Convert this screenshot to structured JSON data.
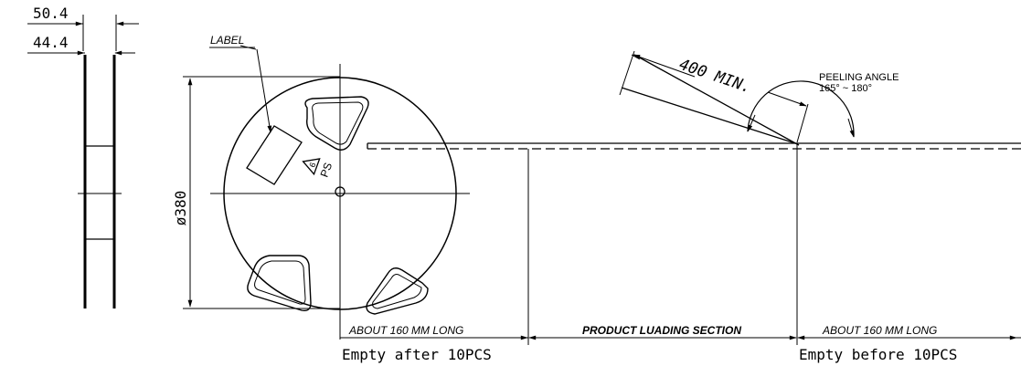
{
  "side_view": {
    "dim_outer": "50.4",
    "dim_inner": "44.4"
  },
  "reel": {
    "label_text": "LABEL",
    "diameter": "ø380",
    "recycle_mark": "6",
    "recycle_material": "PS"
  },
  "peeling": {
    "length_label": "400 MIN.",
    "angle_title": "PEELING ANGLE",
    "angle_range": "165° ~ 180°"
  },
  "sections": {
    "trailer_length": "ABOUT 160 MM LONG",
    "product_section": "PRODUCT LUADING SECTION",
    "leader_length": "ABOUT 160 MM LONG",
    "trailer_note": "Empty after 10PCS",
    "leader_note": "Empty before 10PCS"
  }
}
